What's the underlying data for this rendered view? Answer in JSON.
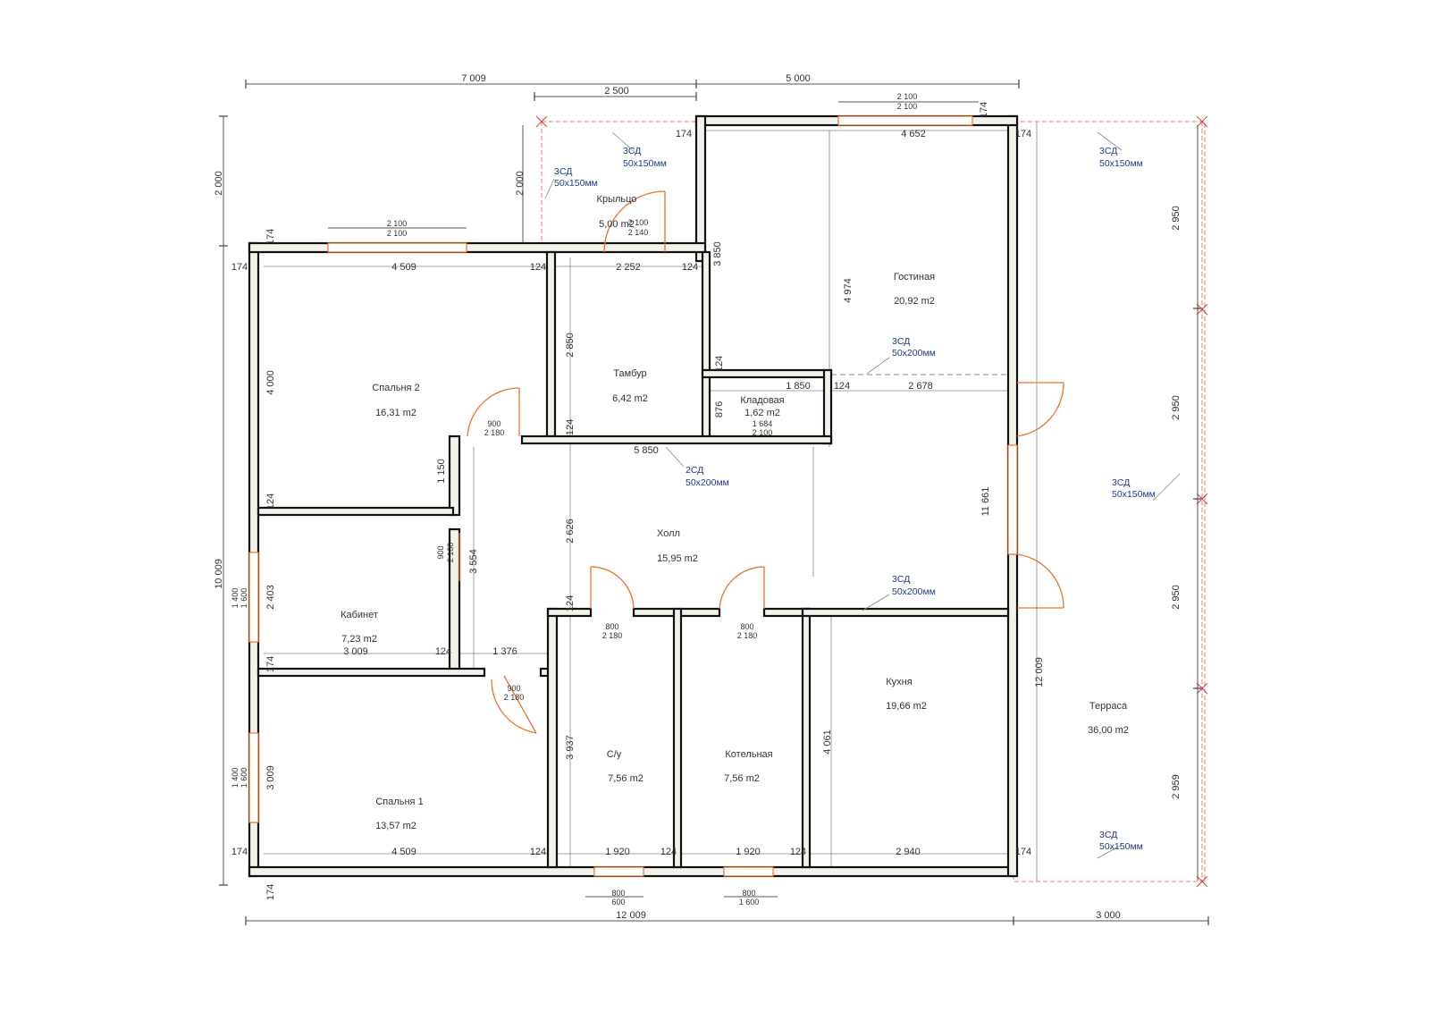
{
  "rooms": {
    "porch": {
      "name": "Крыльцо",
      "area": "5,00 m2"
    },
    "living": {
      "name": "Гостиная",
      "area": "20,92 m2"
    },
    "vestibule": {
      "name": "Тамбур",
      "area": "6,42 m2"
    },
    "bedroom2": {
      "name": "Спальня 2",
      "area": "16,31 m2"
    },
    "pantry": {
      "name": "Кладовая",
      "area": "1,62 m2"
    },
    "hall": {
      "name": "Холл",
      "area": "15,95 m2"
    },
    "study": {
      "name": "Кабинет",
      "area": "7,23 m2"
    },
    "wc": {
      "name": "С/у",
      "area": "7,56 m2"
    },
    "boiler": {
      "name": "Котельная",
      "area": "7,56 m2"
    },
    "kitchen": {
      "name": "Кухня",
      "area": "19,66 m2"
    },
    "bedroom1": {
      "name": "Спальня 1",
      "area": "13,57 m2"
    },
    "terrace": {
      "name": "Терраса",
      "area": "36,00 m2"
    }
  },
  "beams": {
    "b1": {
      "code": "3СД",
      "size": "50x150мм"
    },
    "b2": {
      "code": "3СД",
      "size": "50x150мм"
    },
    "b3": {
      "code": "3СД",
      "size": "50x150мм"
    },
    "b4": {
      "code": "3СД",
      "size": "50x200мм"
    },
    "b5": {
      "code": "2СД",
      "size": "50x200мм"
    },
    "b6": {
      "code": "3СД",
      "size": "50x150мм"
    },
    "b7": {
      "code": "3СД",
      "size": "50x200мм"
    },
    "b8": {
      "code": "3СД",
      "size": "50x150мм"
    }
  },
  "dims": {
    "top_7009": "7 009",
    "top_5000": "5 000",
    "top_2500": "2 500",
    "win_top_a": "2 100",
    "win_top_b": "2 100",
    "win_bed2_a": "2 100",
    "win_bed2_b": "2 100",
    "left_2000": "2 000",
    "porch_2000": "2 000",
    "w174_a": "174",
    "w174_b": "174",
    "w174_c": "174",
    "w174_d": "174",
    "w174_e": "174",
    "w174_f": "174",
    "w174_g": "174",
    "w174_h": "174",
    "w174_i": "174",
    "r4509_top": "4 509",
    "r124_a": "124",
    "r2252": "2 252",
    "r124_b": "124",
    "r4652": "4 652",
    "r3850": "3 850",
    "r4974": "4 974",
    "d900_2100": "2 100",
    "d2140": "2 140",
    "v4000": "4 000",
    "v2850": "2 850",
    "v124_c": "124",
    "v876": "876",
    "r1850": "1 850",
    "r124_d": "124",
    "r2678": "2 678",
    "r1684": "1 684",
    "r2100_p": "2 100",
    "d900_a": "900",
    "d2180_a": "2 180",
    "v124_e": "124",
    "r5850": "5 850",
    "v1150": "1 150",
    "v124_f": "124",
    "v11661": "11 661",
    "v2626": "2 626",
    "d900_b": "900",
    "d2100_b": "2 100",
    "v3554": "3 554",
    "v10009": "10 009",
    "win_l1_a": "1 400",
    "win_l1_b": "1 600",
    "v2403": "2 403",
    "v124_g": "124",
    "d800_a": "800",
    "d2180_b": "2 180",
    "d800_b": "800",
    "d2180_c": "2 180",
    "r3009": "3 009",
    "r124_h": "124",
    "r1376": "1 376",
    "d900_c": "900",
    "d2180_d": "2 180",
    "v3937": "3 937",
    "v4061": "4 061",
    "v12009": "12 009",
    "win_l2_a": "1 400",
    "win_l2_b": "1 600",
    "v3009": "3 009",
    "b4509": "4 509",
    "b124_a": "124",
    "b1920_a": "1 920",
    "b124_b": "124",
    "b1920_b": "1 920",
    "b124_c": "124",
    "b2940": "2 940",
    "win_b1_a": "800",
    "win_b1_b": "600",
    "win_b2_a": "800",
    "win_b2_b": "1 600",
    "bot_12009": "12 009",
    "bot_3000": "3 000",
    "t2950_a": "2 950",
    "t2950_b": "2 950",
    "t2950_c": "2 950",
    "t2959": "2 959"
  }
}
